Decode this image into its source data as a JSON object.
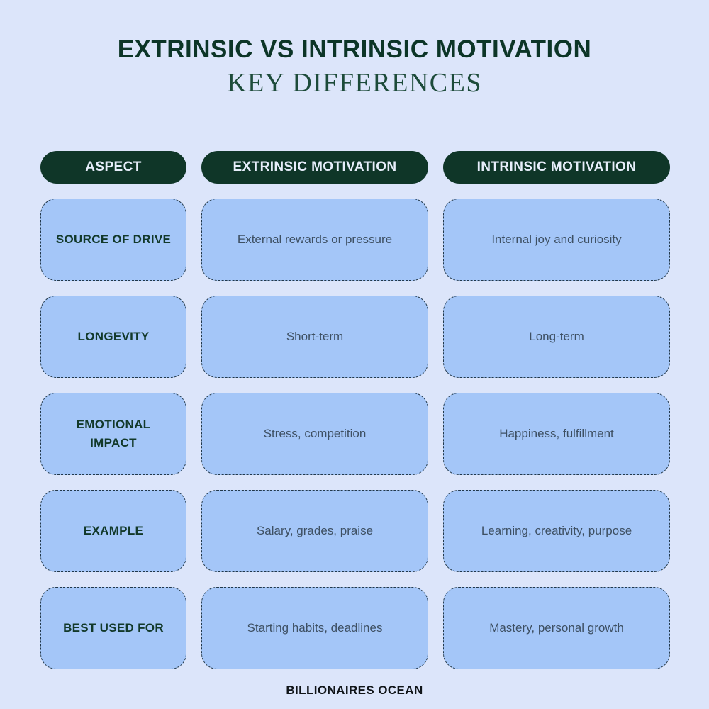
{
  "page": {
    "title": "EXTRINSIC VS INTRINSIC MOTIVATION",
    "subtitle": "KEY DIFFERENCES",
    "footer": "BILLIONAIRES OCEAN"
  },
  "table": {
    "headers": [
      {
        "label": "ASPECT"
      },
      {
        "label": "EXTRINSIC MOTIVATION"
      },
      {
        "label": "INTRINSIC MOTIVATION"
      }
    ],
    "rows": [
      {
        "aspect": "SOURCE OF DRIVE",
        "extrinsic": "External rewards or pressure",
        "intrinsic": "Internal joy and curiosity"
      },
      {
        "aspect": "LONGEVITY",
        "extrinsic": "Short-term",
        "intrinsic": "Long-term"
      },
      {
        "aspect": "EMOTIONAL\nIMPACT",
        "extrinsic": "Stress, competition",
        "intrinsic": "Happiness, fulfillment"
      },
      {
        "aspect": "EXAMPLE",
        "extrinsic": "Salary, grades, praise",
        "intrinsic": "Learning, creativity, purpose"
      },
      {
        "aspect": "BEST USED FOR",
        "extrinsic": "Starting habits, deadlines",
        "intrinsic": "Mastery, personal growth"
      }
    ]
  },
  "colors": {
    "background": "#dce5fa",
    "cell_fill": "#a4c6f8",
    "cell_border": "#22384a",
    "header_pill": "#0f3628",
    "header_text": "#e7eefb",
    "aspect_text": "#12392a",
    "value_text": "#3e5063",
    "title_text": "#0c3527",
    "subtitle_text": "#1d4b3a",
    "footer_text": "#101418"
  }
}
